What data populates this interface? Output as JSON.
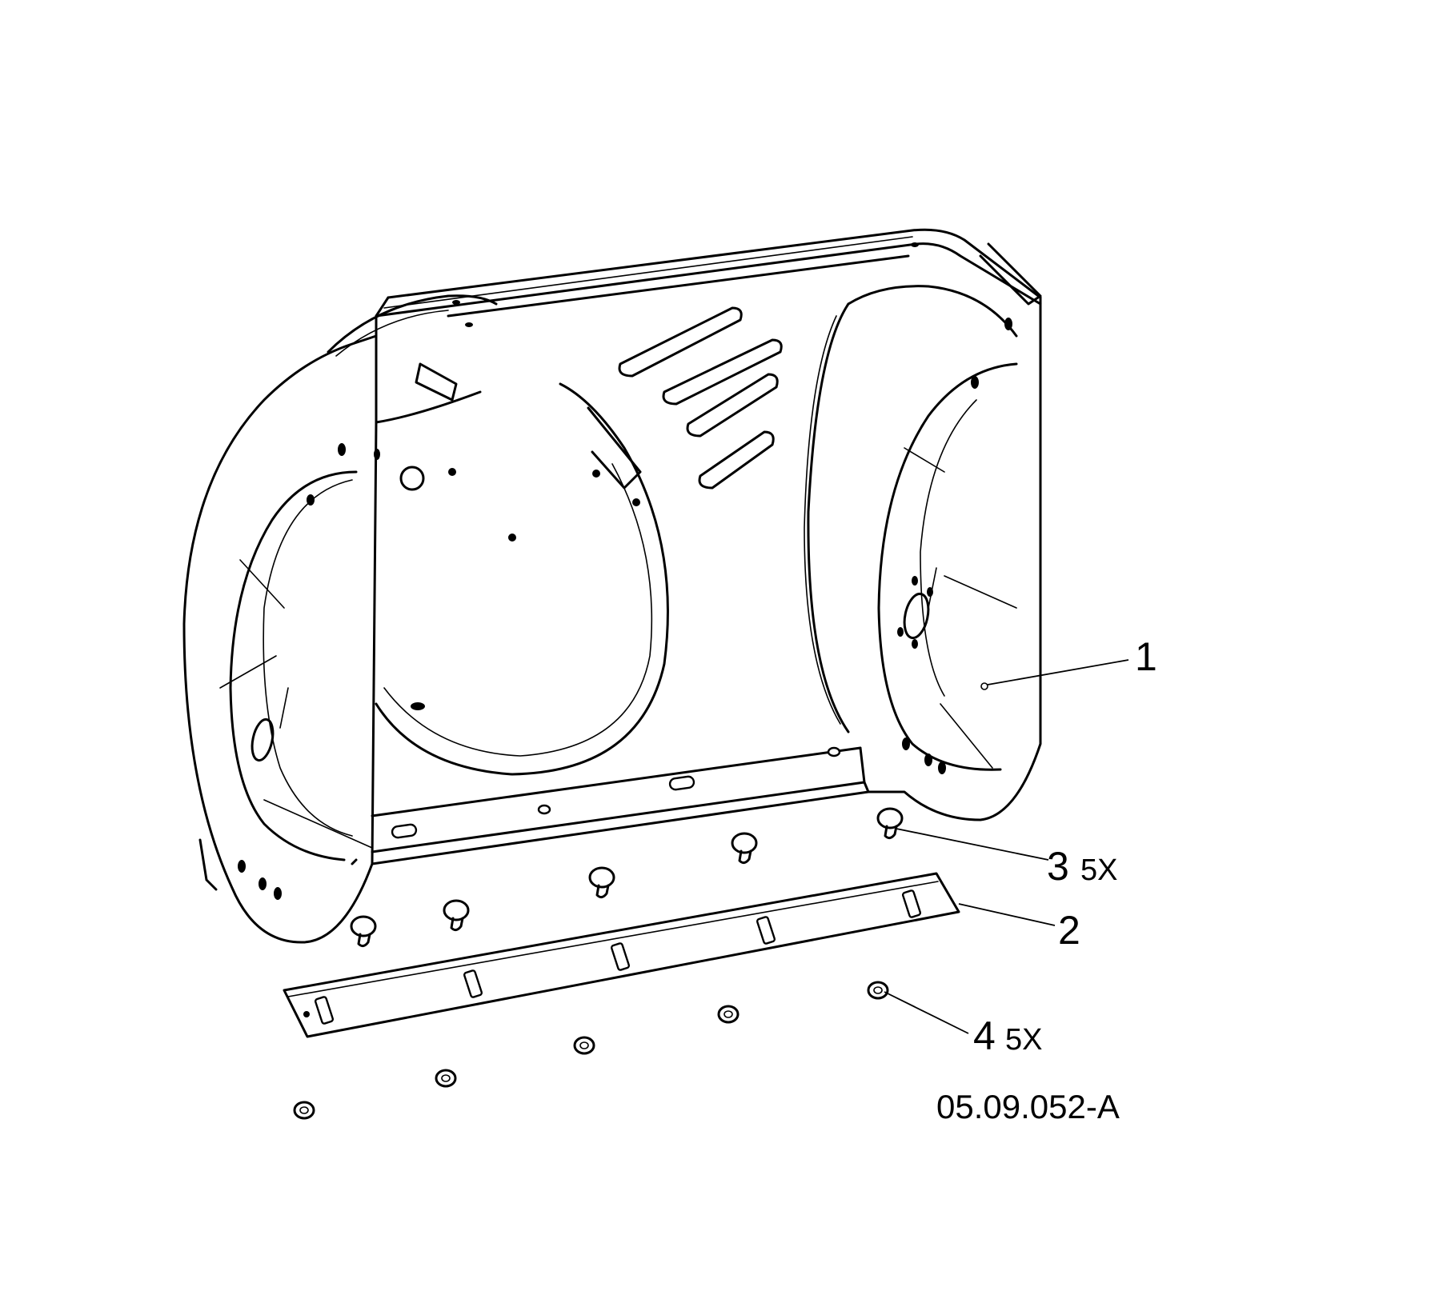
{
  "figure": {
    "drawing_id": "05.09.052-A",
    "colors": {
      "line": "#000000",
      "background": "#ffffff"
    }
  },
  "callouts": [
    {
      "item": "1",
      "qty": ""
    },
    {
      "item": "2",
      "qty": ""
    },
    {
      "item": "3",
      "qty": "5X"
    },
    {
      "item": "4",
      "qty": "5X"
    }
  ]
}
